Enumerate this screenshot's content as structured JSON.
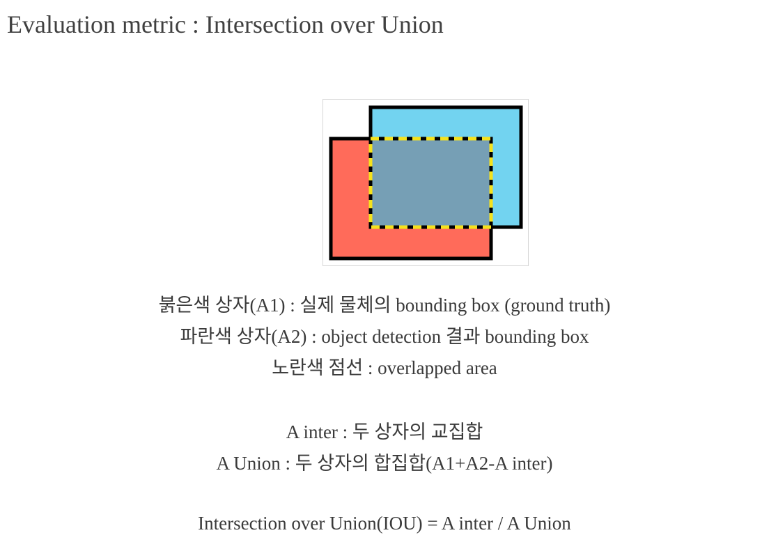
{
  "title": "Evaluation metric : Intersection over Union",
  "figure": {
    "red_box_color": "#ff6b5a",
    "blue_box_color": "#72d3f0",
    "overlap_color": "#769fb5",
    "dash_color": "#f5e21c",
    "outline_color": "#000000"
  },
  "legend": {
    "line1": "붉은색 상자(A1) : 실제 물체의 bounding box (ground truth)",
    "line2": "파란색 상자(A2) : object detection 결과 bounding box",
    "line3": "노란색 점선 : overlapped area"
  },
  "definitions": {
    "inter": "A inter : 두 상자의 교집합",
    "union": "A Union : 두 상자의 합집합(A1+A2-A inter)"
  },
  "formula": "Intersection over Union(IOU) = A inter / A Union"
}
